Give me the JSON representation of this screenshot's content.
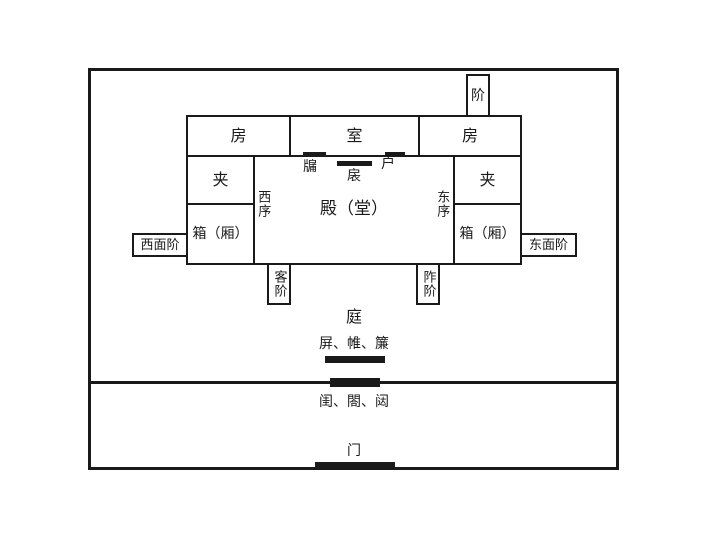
{
  "colors": {
    "line": "#1a1a1a",
    "bar_fill": "#1a1a1a",
    "background": "#ffffff"
  },
  "plan": {
    "north_step": "阶",
    "rooms": {
      "fang_west": "房",
      "shi": "室",
      "fang_east": "房",
      "jia_west": "夹",
      "jia_east": "夹",
      "xiang_west": "箱（厢）",
      "xiang_east": "箱（厢）"
    },
    "hall": {
      "name": "殿（堂）",
      "window": "牖",
      "door": "户",
      "screen": "扆",
      "xu_west": "西序",
      "xu_east": "东序"
    },
    "steps": {
      "west_face": "西面阶",
      "east_face": "东面阶",
      "guest": "客阶",
      "host": "阼阶"
    },
    "courtyard": {
      "ting": "庭",
      "screens": "屏、帷、簾",
      "inner_gates": "闺、閤、闼",
      "gate": "门"
    }
  }
}
